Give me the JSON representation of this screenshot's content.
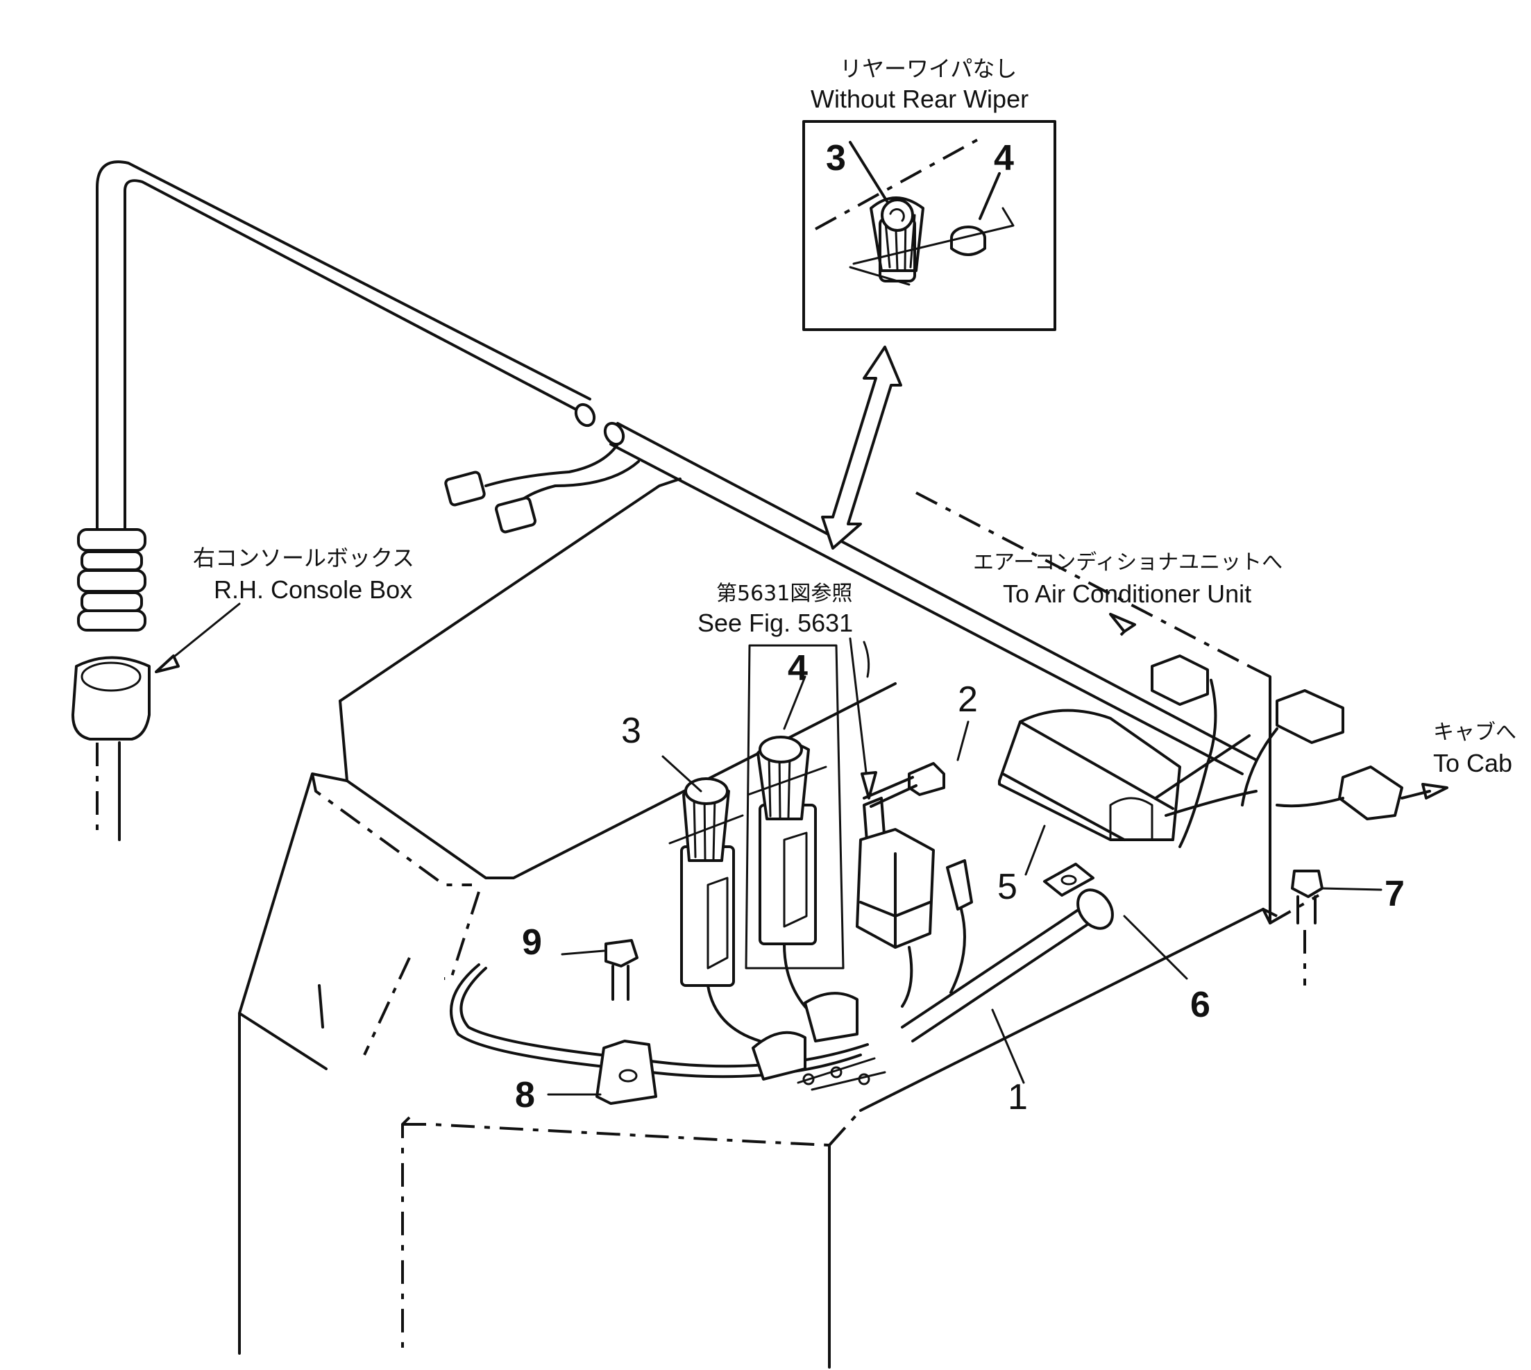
{
  "labels": {
    "without_rear_wiper_jp": "リヤーワイパなし",
    "without_rear_wiper_en": "Without Rear Wiper",
    "console_box_jp": "右コンソールボックス",
    "console_box_en": "R.H. Console Box",
    "see_fig_jp": "第5631図参照",
    "see_fig_en": "See Fig. 5631",
    "air_conditioner_jp": "エアーコンディショナユニットへ",
    "air_conditioner_en": "To Air Conditioner Unit",
    "to_cab_jp": "キャブへ",
    "to_cab_en": "To Cab"
  },
  "callouts": {
    "part_1": "1",
    "part_2": "2",
    "part_3": "3",
    "part_4": "4",
    "part_5": "5",
    "part_6": "6",
    "part_7": "7",
    "part_8": "8",
    "part_9": "9",
    "inset_3": "3",
    "inset_4": "4"
  }
}
